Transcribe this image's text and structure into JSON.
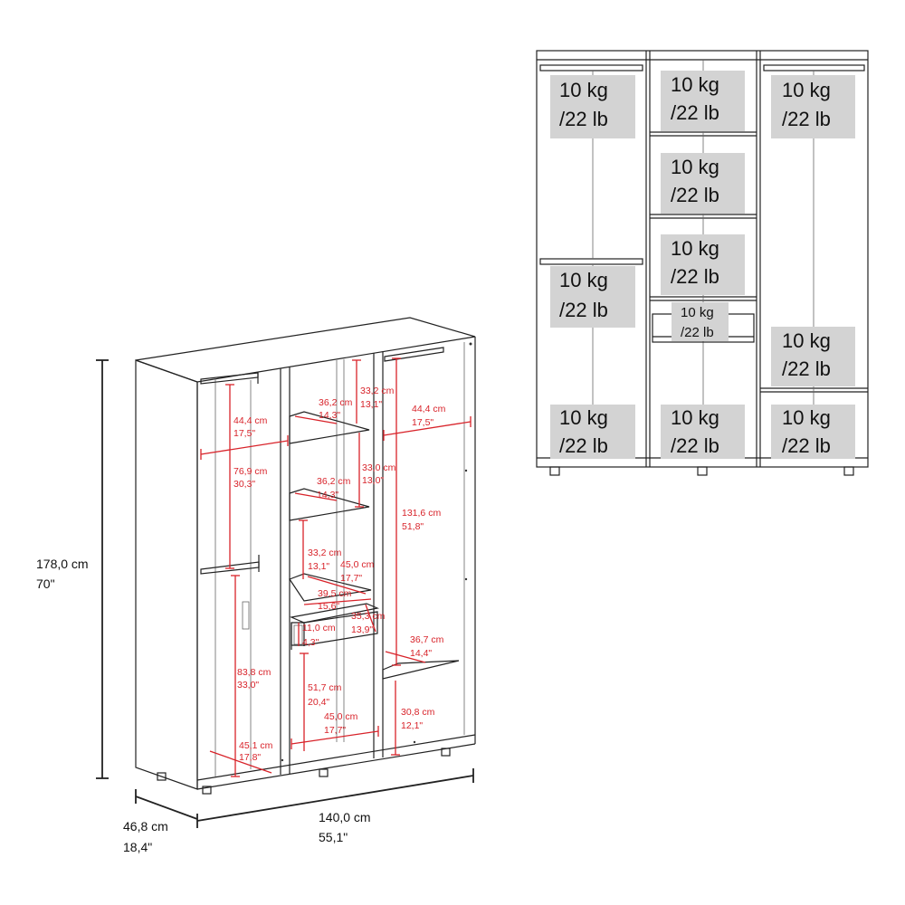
{
  "overall": {
    "height": {
      "cm": "178,0 cm",
      "in": "70\""
    },
    "width": {
      "cm": "140,0 cm",
      "in": "55,1\""
    },
    "depth": {
      "cm": "46,8 cm",
      "in": "18,4\""
    }
  },
  "interior": {
    "left_hang_width": {
      "cm": "44,4 cm",
      "in": "17,5\""
    },
    "left_upper_height": {
      "cm": "76,9 cm",
      "in": "30,3\""
    },
    "left_lower_height": {
      "cm": "83,8 cm",
      "in": "33,0\""
    },
    "left_depth": {
      "cm": "45,1 cm",
      "in": "17,8\""
    },
    "center_top_height": {
      "cm": "33,2 cm",
      "in": "13,1\""
    },
    "center_shelf1_depth": {
      "cm": "36,2 cm",
      "in": "14,3\""
    },
    "center_mid_height": {
      "cm": "33,0 cm",
      "in": "13,0\""
    },
    "center_shelf2_depth": {
      "cm": "36,2 cm",
      "in": "14,3\""
    },
    "center_shelf3_height": {
      "cm": "33,2 cm",
      "in": "13,1\""
    },
    "center_shelf3_width": {
      "cm": "45,0 cm",
      "in": "17,7\""
    },
    "drawer_width": {
      "cm": "39,5 cm",
      "in": "15,6\""
    },
    "drawer_depth": {
      "cm": "35,3 cm",
      "in": "13,9\""
    },
    "drawer_height": {
      "cm": "11,0 cm",
      "in": "4,3\""
    },
    "center_bottom_height": {
      "cm": "51,7 cm",
      "in": "20,4\""
    },
    "center_bottom_width": {
      "cm": "45,0 cm",
      "in": "17,7\""
    },
    "right_hang_width": {
      "cm": "44,4 cm",
      "in": "17,5\""
    },
    "right_hang_height": {
      "cm": "131,6 cm",
      "in": "51,8\""
    },
    "right_shelf_depth": {
      "cm": "36,7 cm",
      "in": "14,4\""
    },
    "right_bottom_height": {
      "cm": "30,8 cm",
      "in": "12,1\""
    }
  },
  "load_capacity": {
    "label_kg": "10 kg",
    "label_lb": "/22 lb",
    "compartments": [
      "left-rail-top",
      "left-rail-lower",
      "left-floor",
      "center-top",
      "center-shelf-1",
      "center-shelf-2",
      "center-drawer",
      "center-floor",
      "right-rail",
      "right-shelf",
      "right-floor"
    ]
  }
}
